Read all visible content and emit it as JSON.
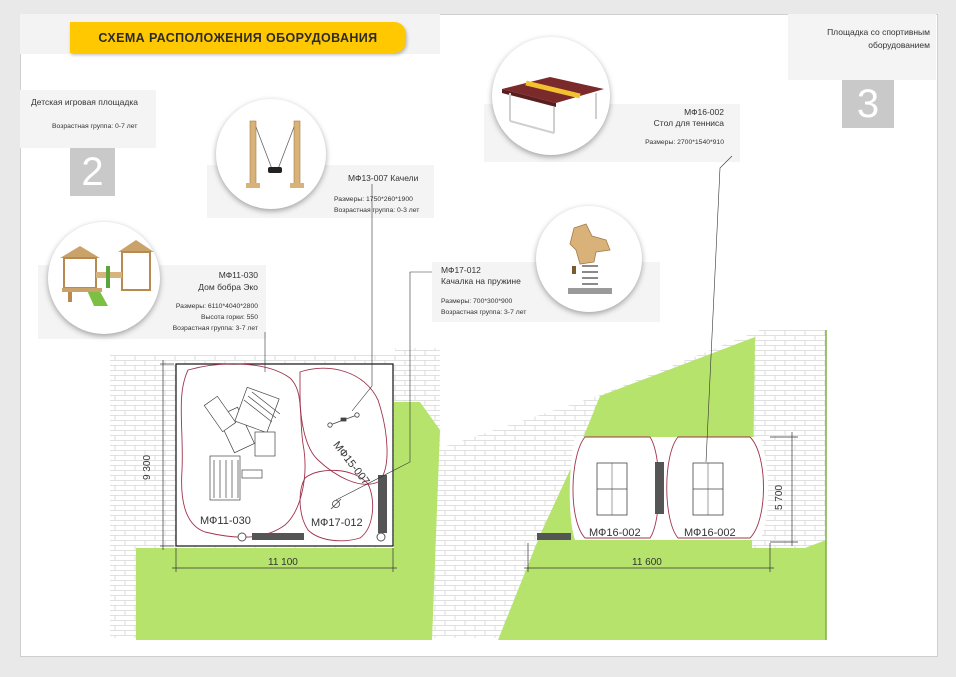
{
  "header": {
    "title": "СХЕМА РАСПОЛОЖЕНИЯ ОБОРУДОВАНИЯ"
  },
  "zone2": {
    "title": "Детская игровая площадка",
    "age": "Возрастная группа: 0-7 лет",
    "number": "2"
  },
  "zone3": {
    "title_line1": "Площадка со спортивным",
    "title_line2": "оборудованием",
    "number": "3"
  },
  "items": {
    "mf11": {
      "code": "МФ11-030",
      "name": "Дом бобра Эко",
      "size": "Размеры: 6110*4040*2800",
      "slide": "Высота горки: 550",
      "age": "Возрастная группа: 3-7 лет"
    },
    "mf13": {
      "code_name": "МФ13-007   Качели",
      "size": "Размеры: 1750*260*1900",
      "age": "Возрастная группа: 0-3 лет"
    },
    "mf17": {
      "code": "МФ17-012",
      "name": "Качалка на пружине",
      "size": "Размеры: 700*300*900",
      "age": "Возрастная группа: 3-7 лет"
    },
    "mf16": {
      "code": "МФ16-002",
      "name": "Стол для тенниса",
      "size": "Размеры: 2700*1540*910"
    }
  },
  "plan": {
    "left_width": "11 100",
    "left_height": "9 300",
    "right_width": "11 600",
    "right_height": "5 700",
    "label_mf11": "МФ11-030",
    "label_mf15": "МФ15-007",
    "label_mf17": "МФ17-012",
    "label_mf16_a": "МФ16-002",
    "label_mf16_b": "МФ16-002"
  },
  "colors": {
    "banner": "#ffc800",
    "grass": "#b5e36c",
    "grass_dark": "#9fd456",
    "zone_outline": "#a0344d",
    "brick": "#d8d8d8",
    "panel": "#f4f4f4",
    "number_box": "#c9c9c9"
  }
}
